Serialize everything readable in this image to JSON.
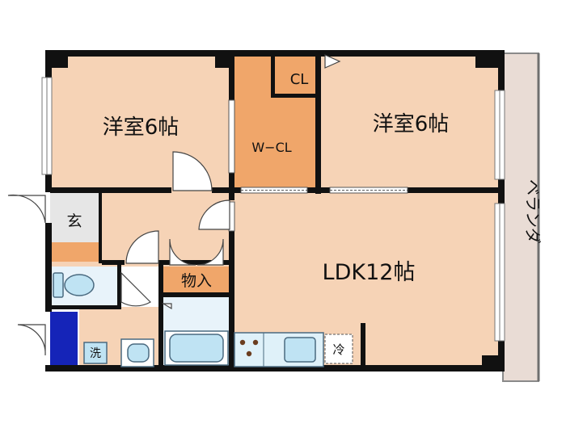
{
  "rooms": {
    "western_left": "洋室6帖",
    "western_right": "洋室6帖",
    "walk_in_closet": "W−CL",
    "closet": "CL",
    "ldk": "LDK12帖",
    "entrance": "玄",
    "storage": "物入",
    "balcony": "ベランダ"
  },
  "fixtures": {
    "washer": "洗",
    "fridge": "冷"
  },
  "colors": {
    "room_fill": "#f6d3b6",
    "closet_fill": "#f0a66a",
    "entrance_fill": "#e6e6e6",
    "wet_fill": "#e8f3fa",
    "wet_fixture": "#bfe3f3",
    "balcony_fill": "#e9dcd5",
    "wall": "#111111",
    "shoe_box": "#1524b8"
  }
}
